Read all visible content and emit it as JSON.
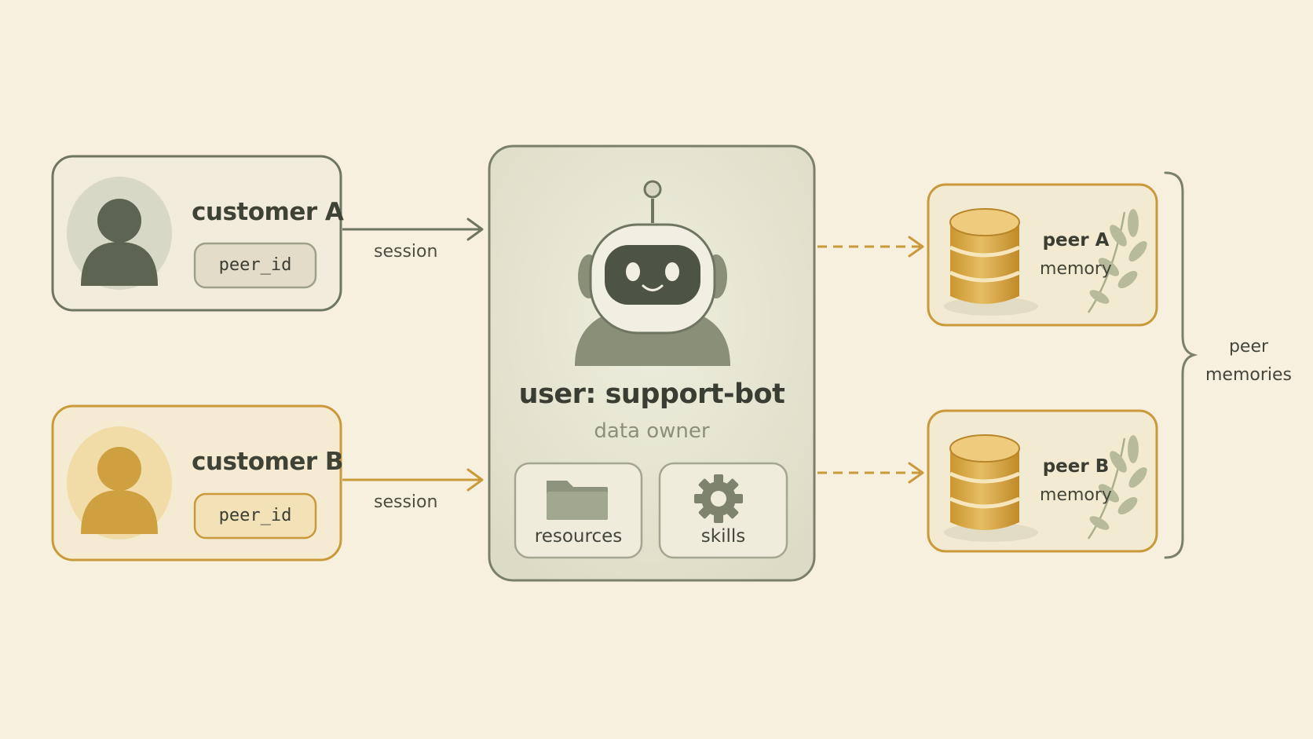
{
  "customers": [
    {
      "name": "customer A",
      "chip": "peer_id",
      "edge_label": "session"
    },
    {
      "name": "customer B",
      "chip": "peer_id",
      "edge_label": "session"
    }
  ],
  "bot": {
    "title": "user: support-bot",
    "subtitle": "data owner",
    "tiles": [
      {
        "label": "resources",
        "icon": "folder-icon"
      },
      {
        "label": "skills",
        "icon": "gear-icon"
      }
    ]
  },
  "memories": [
    {
      "title": "peer A",
      "subtitle": "memory",
      "icon": "database-icon"
    },
    {
      "title": "peer B",
      "subtitle": "memory",
      "icon": "database-icon"
    }
  ],
  "group_label": {
    "line1": "peer",
    "line2": "memories"
  },
  "colors": {
    "background": "#f8f0df",
    "green": "#6e7560",
    "gold": "#c99a3a",
    "avatar_green": "#5d6451",
    "avatar_gold": "#cfa040"
  }
}
